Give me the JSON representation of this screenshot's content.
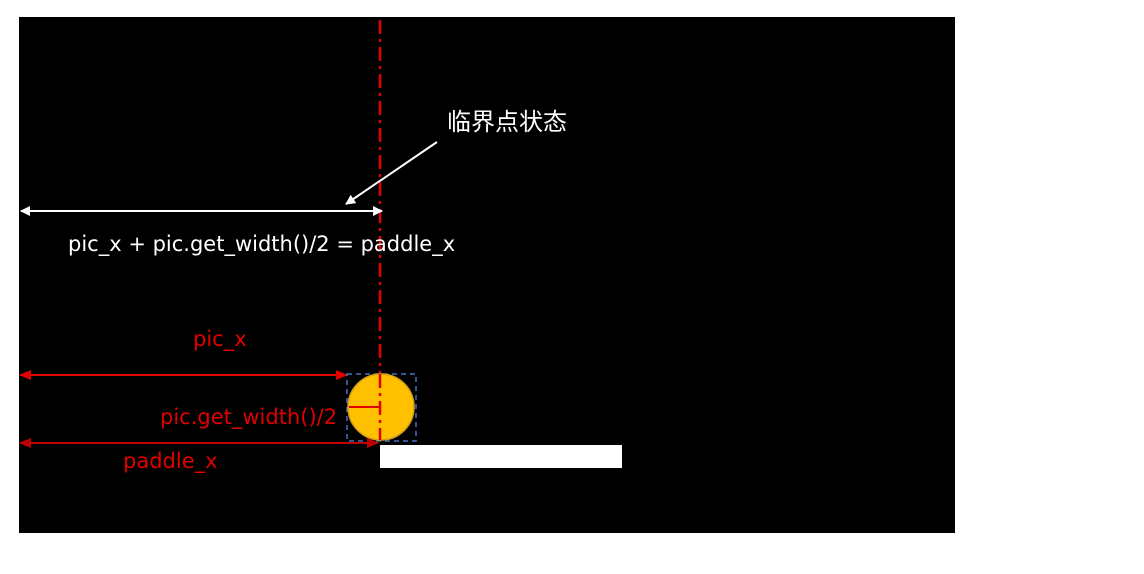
{
  "diagram": {
    "annotation_label": "临界点状态",
    "equation": "pic_x + pic.get_width()/2 = paddle_x",
    "pic_x_label": "pic_x",
    "half_width_label": "pic.get_width()/2",
    "paddle_x_label": "paddle_x"
  },
  "colors": {
    "background": "#000000",
    "page": "#ffffff",
    "white_annotation": "#ffffff",
    "red_annotation": "#e00000",
    "dark_red_annotation": "#c00000",
    "ball_fill": "#ffc000",
    "ball_stroke": "#d4a017",
    "bounding_box": "#4472c4",
    "paddle": "#ffffff"
  }
}
